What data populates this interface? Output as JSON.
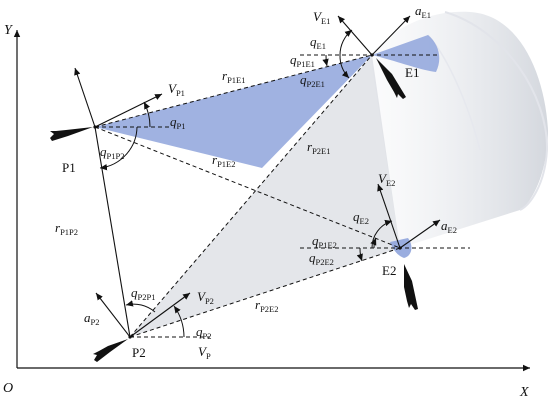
{
  "axes": {
    "y": "Y",
    "x": "X",
    "origin": "O"
  },
  "nodes": {
    "p1": "P1",
    "p2": "P2",
    "e1": "E1",
    "e2": "E2"
  },
  "labels": {
    "v_e1": {
      "main": "V",
      "sub": "E1"
    },
    "a_e1": {
      "main": "a",
      "sub": "E1"
    },
    "q_e1": {
      "main": "q",
      "sub": "E1"
    },
    "q_p1e1": {
      "main": "q",
      "sub": "P1E1"
    },
    "q_p2e1": {
      "main": "q",
      "sub": "P2E1"
    },
    "r_p1e1": {
      "main": "r",
      "sub": "P1E1"
    },
    "v_p1": {
      "main": "V",
      "sub": "P1"
    },
    "q_p1": {
      "main": "q",
      "sub": "P1"
    },
    "q_p1p2": {
      "main": "q",
      "sub": "P1P2"
    },
    "r_p1e2": {
      "main": "r",
      "sub": "P1E2"
    },
    "r_p2e1": {
      "main": "r",
      "sub": "P2E1"
    },
    "v_e2": {
      "main": "V",
      "sub": "E2"
    },
    "q_e2": {
      "main": "q",
      "sub": "E2"
    },
    "a_e2": {
      "main": "a",
      "sub": "E2"
    },
    "q_p1e2": {
      "main": "q",
      "sub": "P1E2"
    },
    "q_p2e2": {
      "main": "q",
      "sub": "P2E2"
    },
    "r_p1p2": {
      "main": "r",
      "sub": "P1P2"
    },
    "q_p2p1": {
      "main": "q",
      "sub": "P2P1"
    },
    "v_p2": {
      "main": "V",
      "sub": "P2"
    },
    "a_p2": {
      "main": "a",
      "sub": "P2"
    },
    "r_p2e2": {
      "main": "r",
      "sub": "P2E2"
    },
    "q_p2": {
      "main": "q",
      "sub": "P2"
    },
    "v_p": {
      "main": "V",
      "sub": "P"
    }
  },
  "colors": {
    "blue_fill": "#8fa4dc",
    "gray_fill": "#c9cdd6",
    "cone_fill": "#dcdfe6",
    "line": "#111111"
  }
}
